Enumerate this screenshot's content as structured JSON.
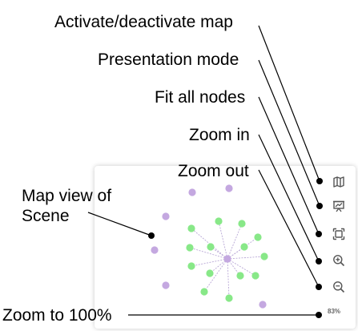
{
  "callouts": {
    "activate_map": "Activate/deactivate map",
    "presentation_mode": "Presentation mode",
    "fit_all_nodes": "Fit all nodes",
    "zoom_in": "Zoom in",
    "zoom_out": "Zoom out",
    "map_view_line1": "Map view of",
    "map_view_line2": "Scene",
    "zoom_100": "Zoom to 100%"
  },
  "toolbar": {
    "icons": [
      "map-icon",
      "presentation-icon",
      "fit-all-icon",
      "zoom-in-icon",
      "zoom-out-icon"
    ],
    "zoom_level": "83%"
  },
  "colors": {
    "hub_node": "#c4a8e0",
    "scene_node": "#88e888",
    "link_line": "#b9a8d6",
    "icon": "#555555",
    "callout": "#000000"
  }
}
